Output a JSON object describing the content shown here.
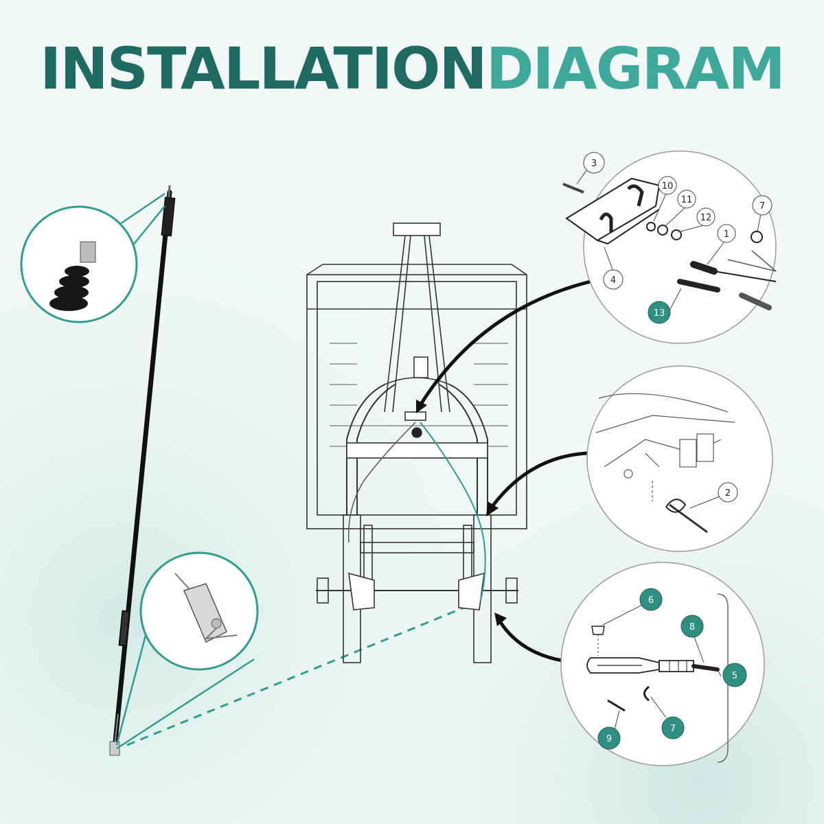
{
  "title": {
    "part1": "INSTALLATION",
    "part2": "DIAGRAM"
  },
  "colors": {
    "title_dark": "#1f6b63",
    "title_teal": "#3ea89b",
    "accent_teal": "#2e9e8f",
    "badge_fill": "#2f8f83"
  },
  "callouts": {
    "top_detail": [
      "3",
      "10",
      "11",
      "12",
      "7",
      "1",
      "4",
      "13"
    ],
    "middle_detail": [
      "2"
    ],
    "bottom_detail": [
      "6",
      "8",
      "5",
      "7",
      "9"
    ]
  },
  "icons": [
    "cable-boot-closeup",
    "clevis-pin-closeup",
    "cart-frame-drawing",
    "cable-assembly"
  ]
}
